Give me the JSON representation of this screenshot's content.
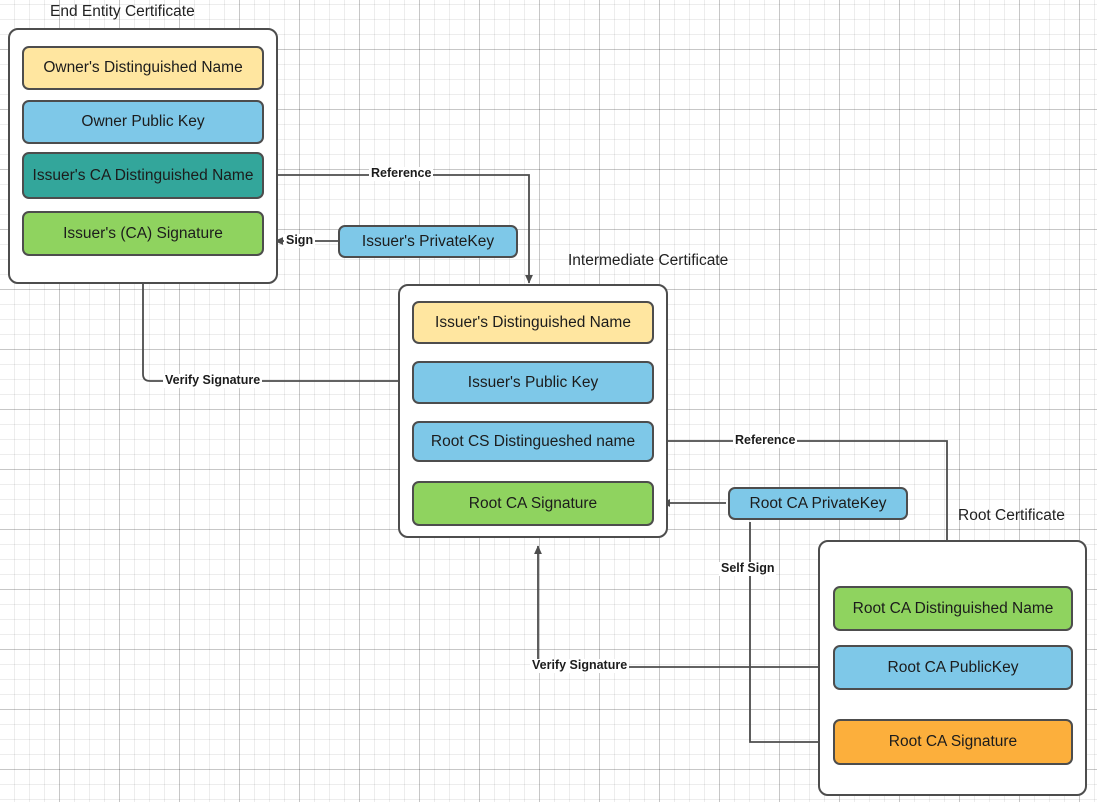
{
  "diagram": {
    "title_font_color": "#222222",
    "colors": {
      "yellow": "#FFE6A0",
      "blue": "#7EC8E8",
      "teal": "#33A69B",
      "green_light": "#8FD35F",
      "orange": "#FCAF3C",
      "border": "#4d4d4d",
      "line": "#4d4d4d",
      "background": "#ffffff"
    }
  },
  "certificates": [
    {
      "id": "end-entity",
      "title": "End Entity Certificate",
      "fields": [
        {
          "label": "Owner's Distinguished Name",
          "color": "#FFE6A0"
        },
        {
          "label": "Owner Public  Key",
          "color": "#7EC8E8"
        },
        {
          "label": "Issuer's CA Distinguished Name",
          "color": "#33A69B"
        },
        {
          "label": "Issuer's (CA) Signature",
          "color": "#8FD35F"
        }
      ]
    },
    {
      "id": "intermediate",
      "title": "Intermediate Certificate",
      "fields": [
        {
          "label": "Issuer's Distinguished Name",
          "color": "#FFE6A0"
        },
        {
          "label": "Issuer's Public  Key",
          "color": "#7EC8E8"
        },
        {
          "label": "Root CS Distingueshed name",
          "color": "#7EC8E8"
        },
        {
          "label": "Root CA Signature",
          "color": "#8FD35F"
        }
      ]
    },
    {
      "id": "root",
      "title": "Root Certificate",
      "fields": [
        {
          "label": "Root CA Distinguished Name",
          "color": "#8FD35F"
        },
        {
          "label": "Root CA PublicKey",
          "color": "#7EC8E8"
        },
        {
          "label": "Root CA Signature",
          "color": "#FCAF3C"
        }
      ]
    }
  ],
  "keys": [
    {
      "id": "issuer-private-key",
      "label": "Issuer's PrivateKey",
      "color": "#7EC8E8"
    },
    {
      "id": "root-ca-private-key",
      "label": "Root CA PrivateKey",
      "color": "#7EC8E8"
    }
  ],
  "edges": [
    {
      "id": "reference-top",
      "label": "Reference"
    },
    {
      "id": "sign-end-entity",
      "label": "Sign"
    },
    {
      "id": "verify-signature-end-entity",
      "label": "Verify Signature"
    },
    {
      "id": "reference-bottom",
      "label": "Reference"
    },
    {
      "id": "self-sign",
      "label": "Self Sign"
    },
    {
      "id": "verify-signature-intermediate",
      "label": "Verify Signature"
    }
  ]
}
